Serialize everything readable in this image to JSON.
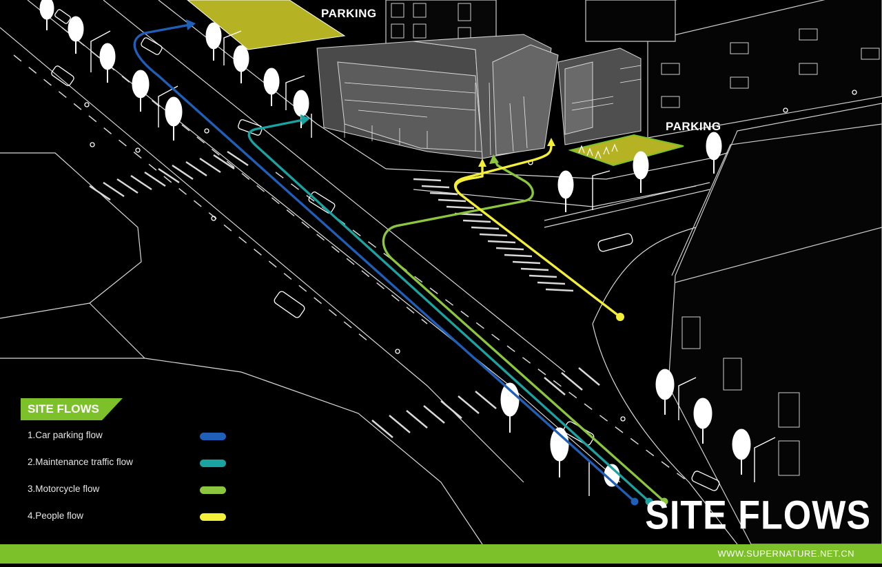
{
  "parking_labels": {
    "top": "PARKING",
    "right": "PARKING"
  },
  "legend": {
    "title": "SITE FLOWS",
    "title_color": "#7cc12a",
    "items": [
      {
        "label": "1.Car parking flow",
        "color": "#1f5fb8"
      },
      {
        "label": "2.Maintenance traffic flow",
        "color": "#1aa3a0"
      },
      {
        "label": "3.Motorcycle flow",
        "color": "#8cc63f"
      },
      {
        "label": "4.People flow",
        "color": "#f2ee3a"
      }
    ]
  },
  "main_title": "SITE FLOWS",
  "footer": {
    "url": "WWW.SUPERNATURE.NET.CN",
    "bar_color": "#7cc12a"
  },
  "colors": {
    "background": "#000000",
    "linework": "#ffffff",
    "building": "#5a5a5a",
    "parking_fill": "#b5b324"
  }
}
